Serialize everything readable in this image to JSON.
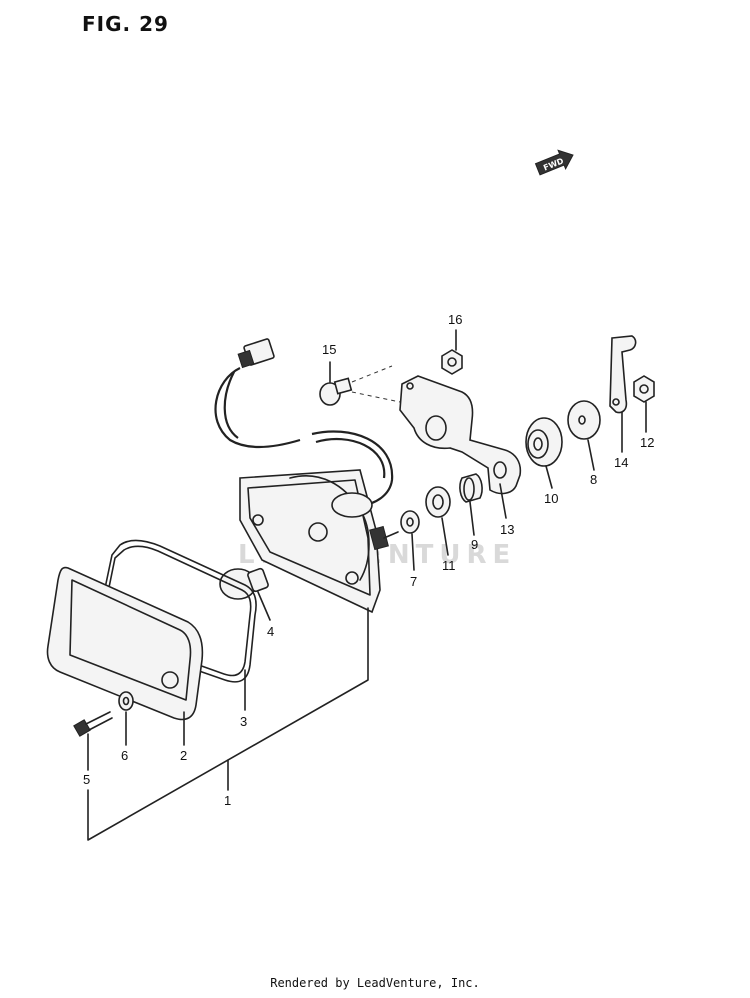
{
  "figure": {
    "title": "FIG. 29"
  },
  "watermark": {
    "text": "LEADVENTURE"
  },
  "direction_marker": {
    "text": "FWD",
    "icon": "forward-arrow-icon"
  },
  "callouts": [
    {
      "id": "c1",
      "label": "1"
    },
    {
      "id": "c2",
      "label": "2"
    },
    {
      "id": "c3",
      "label": "3"
    },
    {
      "id": "c4",
      "label": "4"
    },
    {
      "id": "c5",
      "label": "5"
    },
    {
      "id": "c6",
      "label": "6"
    },
    {
      "id": "c7",
      "label": "7"
    },
    {
      "id": "c8",
      "label": "8"
    },
    {
      "id": "c9",
      "label": "9"
    },
    {
      "id": "c10",
      "label": "10"
    },
    {
      "id": "c11",
      "label": "11"
    },
    {
      "id": "c12",
      "label": "12"
    },
    {
      "id": "c13",
      "label": "13"
    },
    {
      "id": "c14",
      "label": "14"
    },
    {
      "id": "c15",
      "label": "15"
    },
    {
      "id": "c16",
      "label": "16"
    }
  ],
  "footer": {
    "text": "Rendered by LeadVenture, Inc."
  }
}
